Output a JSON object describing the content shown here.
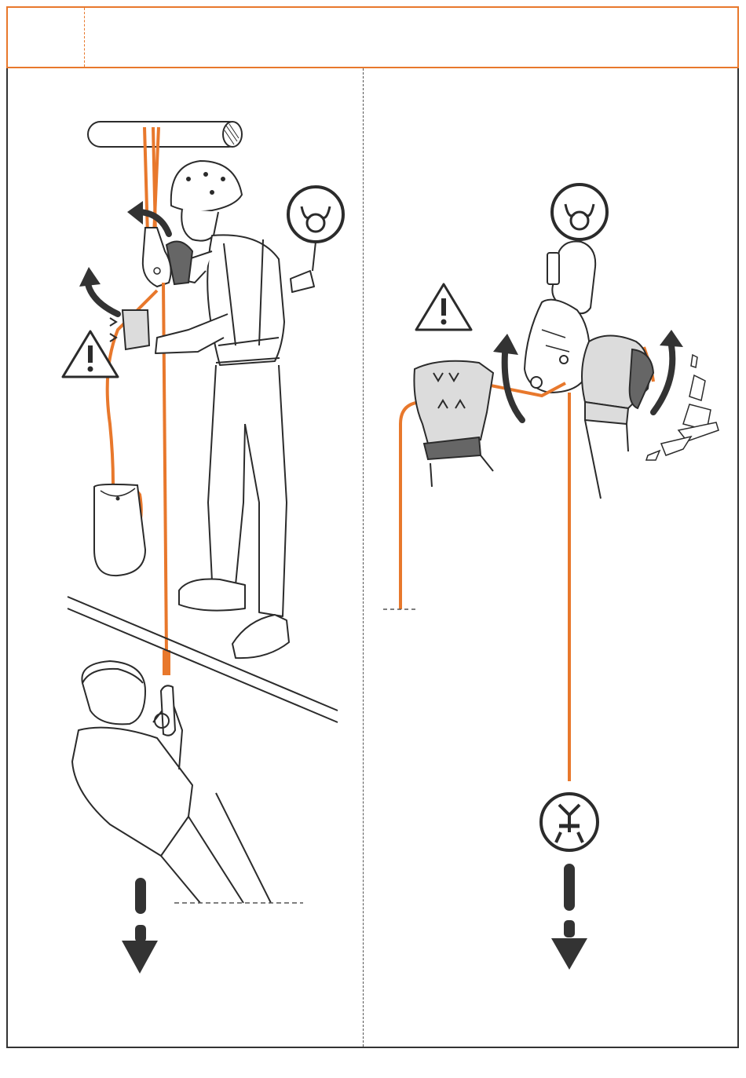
{
  "header": {
    "step_label": "",
    "caption": ""
  },
  "colors": {
    "rope": "#e8782c",
    "frame": "#e8782c",
    "outline": "#2b2b2b",
    "glove": "#dcdcdc",
    "glove_dark": "#666666",
    "arrow": "#333333",
    "warning": "#2b2b2b"
  },
  "left_panel": {
    "icons": [
      "anchor-ring-icon",
      "warning-icon",
      "up-arrow-icon",
      "down-arrow-icon"
    ],
    "figures": [
      "rescuer-person",
      "victim-person",
      "rope-bag",
      "anchor-bar"
    ]
  },
  "right_panel": {
    "icons": [
      "anchor-ring-icon",
      "warning-icon",
      "harness-icon",
      "down-arrow-icon",
      "rotate-arrow-icon"
    ],
    "figures": [
      "descender-device",
      "left-glove-hand",
      "right-glove-hand",
      "rope-strand"
    ]
  }
}
